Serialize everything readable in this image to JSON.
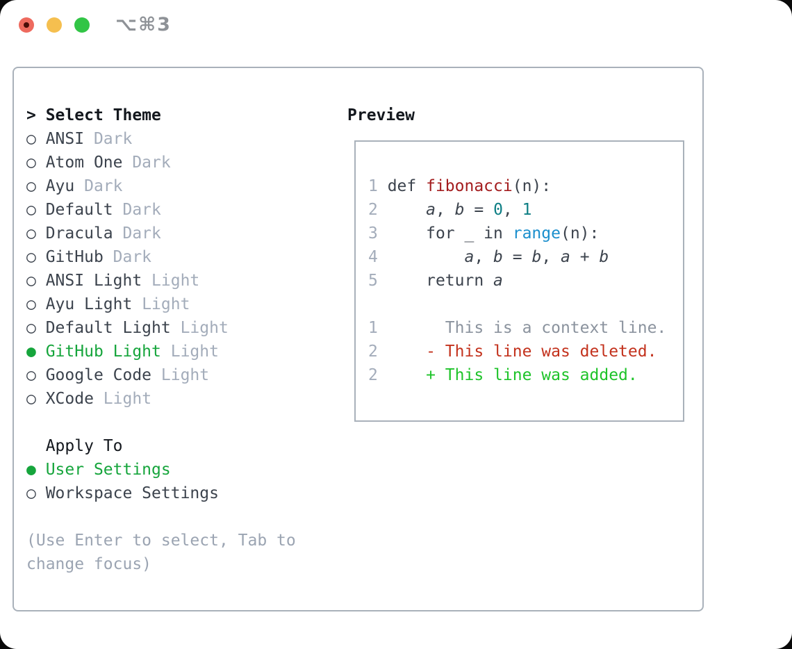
{
  "window": {
    "title_shortcut": "⌥⌘3"
  },
  "colors": {
    "accent_green": "#16a53c",
    "added_green": "#1ec329",
    "deleted_red": "#c3321d",
    "function_red": "#a31c1e",
    "number_teal": "#0d7e84",
    "builtin_blue": "#1b8fcd",
    "text_dark": "#14181e",
    "item_text": "#3c434d",
    "muted_gray": "#a3acba",
    "context_gray": "#8b939e",
    "hint_gray": "#9ba4b2",
    "panel_border": "#a9b1ba",
    "title_gray": "#8e9297",
    "traffic_red": "#ee6a5e",
    "traffic_yellow": "#f5bf4f",
    "traffic_green": "#32c546"
  },
  "menu": {
    "header_prefix": "> ",
    "header": "Select Theme",
    "radio_on": "●",
    "radio_off": "○",
    "themes": [
      {
        "name": "ANSI",
        "tag": "Dark",
        "selected": false
      },
      {
        "name": "Atom One",
        "tag": "Dark",
        "selected": false
      },
      {
        "name": "Ayu",
        "tag": "Dark",
        "selected": false
      },
      {
        "name": "Default",
        "tag": "Dark",
        "selected": false
      },
      {
        "name": "Dracula",
        "tag": "Dark",
        "selected": false
      },
      {
        "name": "GitHub",
        "tag": "Dark",
        "selected": false
      },
      {
        "name": "ANSI Light",
        "tag": "Light",
        "selected": false
      },
      {
        "name": "Ayu Light",
        "tag": "Light",
        "selected": false
      },
      {
        "name": "Default Light",
        "tag": "Light",
        "selected": false
      },
      {
        "name": "GitHub Light",
        "tag": "Light",
        "selected": true
      },
      {
        "name": "Google Code",
        "tag": "Light",
        "selected": false
      },
      {
        "name": "XCode",
        "tag": "Light",
        "selected": false
      }
    ],
    "apply_header": "Apply To",
    "apply_options": [
      {
        "name": "User Settings",
        "selected": true
      },
      {
        "name": "Workspace Settings",
        "selected": false
      }
    ],
    "hint": [
      "(Use Enter to select, Tab to",
      "change focus)"
    ]
  },
  "preview": {
    "header": "Preview",
    "lines": [
      [
        {
          "t": "1 ",
          "c": "ln"
        },
        {
          "t": "def ",
          "c": "code"
        },
        {
          "t": "fibonacci",
          "c": "func"
        },
        {
          "t": "(n):",
          "c": "code"
        }
      ],
      [
        {
          "t": "2 ",
          "c": "ln"
        },
        {
          "t": "    ",
          "c": "code"
        },
        {
          "t": "a",
          "c": "var"
        },
        {
          "t": ", ",
          "c": "code"
        },
        {
          "t": "b",
          "c": "var"
        },
        {
          "t": " = ",
          "c": "code"
        },
        {
          "t": "0",
          "c": "num"
        },
        {
          "t": ", ",
          "c": "code"
        },
        {
          "t": "1",
          "c": "num"
        }
      ],
      [
        {
          "t": "3 ",
          "c": "ln"
        },
        {
          "t": "    for _ in ",
          "c": "code"
        },
        {
          "t": "range",
          "c": "blt"
        },
        {
          "t": "(n):",
          "c": "code"
        }
      ],
      [
        {
          "t": "4 ",
          "c": "ln"
        },
        {
          "t": "        ",
          "c": "code"
        },
        {
          "t": "a",
          "c": "var"
        },
        {
          "t": ", ",
          "c": "code"
        },
        {
          "t": "b",
          "c": "var"
        },
        {
          "t": " = ",
          "c": "code"
        },
        {
          "t": "b",
          "c": "var"
        },
        {
          "t": ", ",
          "c": "code"
        },
        {
          "t": "a",
          "c": "var"
        },
        {
          "t": " + ",
          "c": "code"
        },
        {
          "t": "b",
          "c": "var"
        }
      ],
      [
        {
          "t": "5 ",
          "c": "ln"
        },
        {
          "t": "    return ",
          "c": "code"
        },
        {
          "t": "a",
          "c": "var"
        }
      ],
      [],
      [
        {
          "t": "1",
          "c": "ln"
        },
        {
          "t": "       This is a context line.",
          "c": "ctx"
        }
      ],
      [
        {
          "t": "2",
          "c": "ln"
        },
        {
          "t": "     ",
          "c": "code"
        },
        {
          "t": "- This line was deleted.",
          "c": "del"
        }
      ],
      [
        {
          "t": "2",
          "c": "ln"
        },
        {
          "t": "     ",
          "c": "code"
        },
        {
          "t": "+ This line was added.",
          "c": "add"
        }
      ]
    ]
  }
}
